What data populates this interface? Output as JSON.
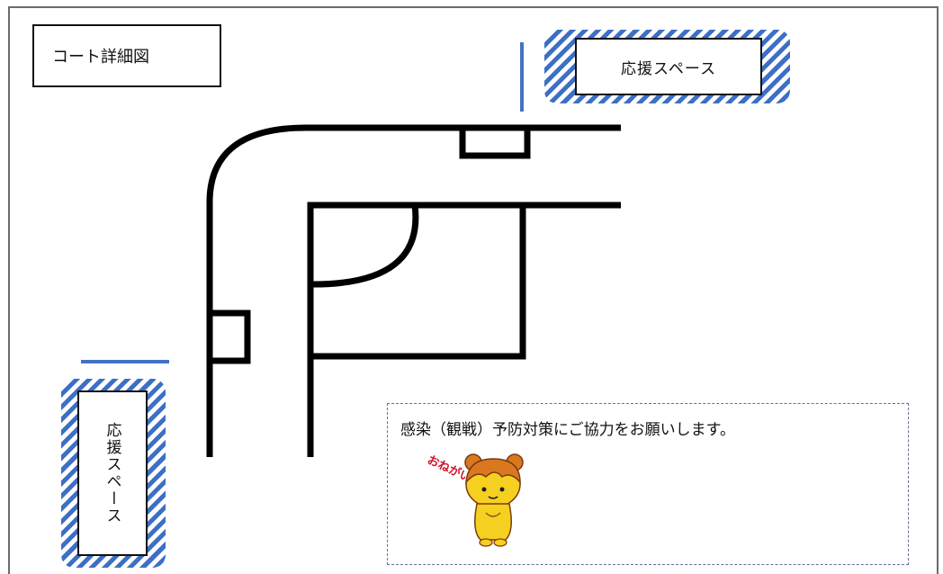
{
  "title": "コート詳細図",
  "support_space_top": "応援スペース",
  "support_space_left": "応援スペース",
  "notice": {
    "text": "感染（観戦）予防対策にご協力をお願いします。",
    "mascot_caption": "おねがいします"
  },
  "colors": {
    "accent_blue": "#3d6fc4",
    "line": "#000000",
    "mascot_body": "#f5d020",
    "mascot_hair": "#d9781e",
    "caption_red": "#d2142a"
  }
}
